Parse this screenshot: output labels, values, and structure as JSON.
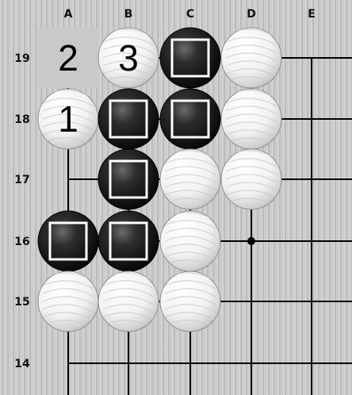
{
  "board": {
    "columns": [
      "A",
      "B",
      "C",
      "D",
      "E"
    ],
    "rows": [
      "19",
      "18",
      "17",
      "16",
      "15",
      "14"
    ],
    "hoshi": [
      {
        "col": "D",
        "row": "16"
      }
    ],
    "stones": [
      {
        "col": "A",
        "row": "19",
        "color": "empty",
        "label": "2"
      },
      {
        "col": "B",
        "row": "19",
        "color": "white",
        "label": "3"
      },
      {
        "col": "C",
        "row": "19",
        "color": "black",
        "mark": "square"
      },
      {
        "col": "D",
        "row": "19",
        "color": "white"
      },
      {
        "col": "A",
        "row": "18",
        "color": "white",
        "label": "1"
      },
      {
        "col": "B",
        "row": "18",
        "color": "black",
        "mark": "square"
      },
      {
        "col": "C",
        "row": "18",
        "color": "black",
        "mark": "square"
      },
      {
        "col": "D",
        "row": "18",
        "color": "white"
      },
      {
        "col": "B",
        "row": "17",
        "color": "black",
        "mark": "square"
      },
      {
        "col": "C",
        "row": "17",
        "color": "white"
      },
      {
        "col": "D",
        "row": "17",
        "color": "white"
      },
      {
        "col": "A",
        "row": "16",
        "color": "black",
        "mark": "square"
      },
      {
        "col": "B",
        "row": "16",
        "color": "black",
        "mark": "square"
      },
      {
        "col": "C",
        "row": "16",
        "color": "white"
      },
      {
        "col": "A",
        "row": "15",
        "color": "white"
      },
      {
        "col": "B",
        "row": "15",
        "color": "white"
      },
      {
        "col": "C",
        "row": "15",
        "color": "white"
      }
    ]
  }
}
